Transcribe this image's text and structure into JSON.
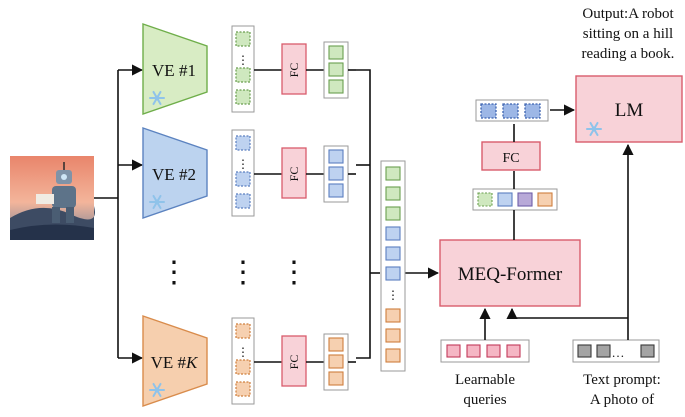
{
  "encoders": [
    {
      "label": "VE #1",
      "color": "#d8ecc4",
      "stroke": "#6fae4a",
      "token": "#cfe8bf",
      "token_stroke": "#6a9e4f"
    },
    {
      "label": "VE #2",
      "color": "#bcd3ef",
      "stroke": "#5c83c0",
      "token": "#bed2f0",
      "token_stroke": "#5b7fc0"
    },
    {
      "label_prefix": "VE #",
      "label_var": "K",
      "color": "#f6cfae",
      "stroke": "#d98c4c",
      "token": "#f6d0b0",
      "token_stroke": "#cf7f3e"
    }
  ],
  "fc_label": "FC",
  "ellipsis_vertical": "⋮",
  "token_ellipsis": "⋮",
  "qformer_label": "MEQ-Former",
  "lm_label": "LM",
  "output_text": [
    "Output:A robot",
    "sitting on a hill",
    "reading a book."
  ],
  "queries_label": [
    "Learnable",
    "queries"
  ],
  "prompt_label": [
    "Text prompt:",
    "A photo of"
  ],
  "prompt_ellipsis": "…",
  "colors": {
    "fc_fill": "#f8d2d8",
    "fc_stroke": "#d95c6c",
    "qformer_fill": "#f8d2d8",
    "qformer_stroke": "#d95c6c",
    "query_fill": "#f5b6c4",
    "text_token_fill": "#a4a4a4",
    "frozen_icon": "#8fc3ea"
  }
}
